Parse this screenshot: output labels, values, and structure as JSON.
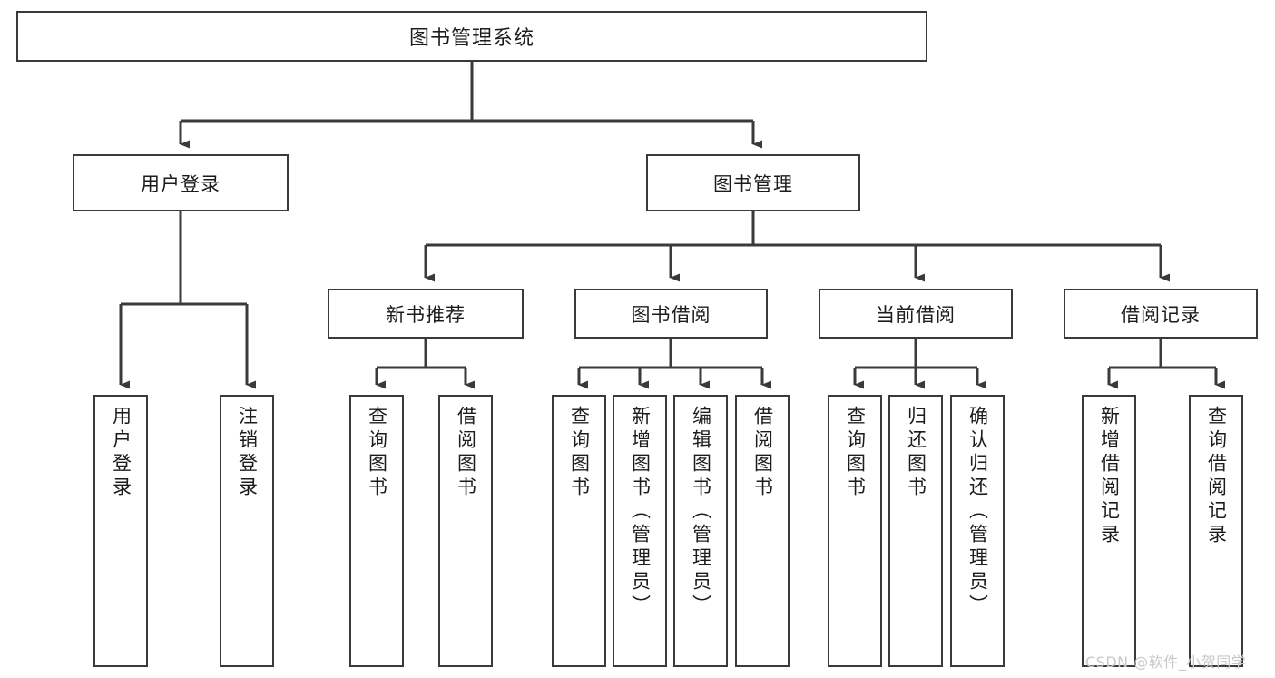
{
  "diagram": {
    "type": "tree-hierarchy-chart",
    "title": "图书管理系统",
    "colors": {
      "background": "#ffffff",
      "box_border": "#3a3a3a",
      "connector": "#3a3a3a",
      "text": "#1c1c1c",
      "watermark": "#c8c8c8"
    },
    "nodes": {
      "root": {
        "label": "图书管理系统",
        "level": 0
      },
      "level1": [
        {
          "id": "user-login",
          "label": "用户登录"
        },
        {
          "id": "book-manage",
          "label": "图书管理"
        }
      ],
      "level2": [
        {
          "id": "new-book-recommend",
          "label": "新书推荐",
          "parent": "book-manage"
        },
        {
          "id": "book-borrow",
          "label": "图书借阅",
          "parent": "book-manage"
        },
        {
          "id": "current-borrow",
          "label": "当前借阅",
          "parent": "book-manage"
        },
        {
          "id": "borrow-record",
          "label": "借阅记录",
          "parent": "book-manage"
        }
      ],
      "leaves": [
        {
          "id": "leaf-user-login",
          "label": "用户登录",
          "parent": "user-login"
        },
        {
          "id": "leaf-logout",
          "label": "注销登录",
          "parent": "user-login"
        },
        {
          "id": "leaf-query-book-1",
          "label": "查询图书",
          "parent": "new-book-recommend"
        },
        {
          "id": "leaf-borrow-book-1",
          "label": "借阅图书",
          "parent": "new-book-recommend"
        },
        {
          "id": "leaf-query-book-2",
          "label": "查询图书",
          "parent": "book-borrow"
        },
        {
          "id": "leaf-add-book",
          "label": "新增图书（管理员）",
          "parent": "book-borrow"
        },
        {
          "id": "leaf-edit-book",
          "label": "编辑图书（管理员）",
          "parent": "book-borrow"
        },
        {
          "id": "leaf-borrow-book-2",
          "label": "借阅图书",
          "parent": "book-borrow"
        },
        {
          "id": "leaf-query-book-3",
          "label": "查询图书",
          "parent": "current-borrow"
        },
        {
          "id": "leaf-return-book",
          "label": "归还图书",
          "parent": "current-borrow"
        },
        {
          "id": "leaf-confirm-return",
          "label": "确认归还（管理员）",
          "parent": "current-borrow"
        },
        {
          "id": "leaf-add-record",
          "label": "新增借阅记录",
          "parent": "borrow-record"
        },
        {
          "id": "leaf-query-record",
          "label": "查询借阅记录",
          "parent": "borrow-record"
        }
      ]
    }
  },
  "watermark": {
    "text": "CSDN @软件_小贺同学"
  }
}
